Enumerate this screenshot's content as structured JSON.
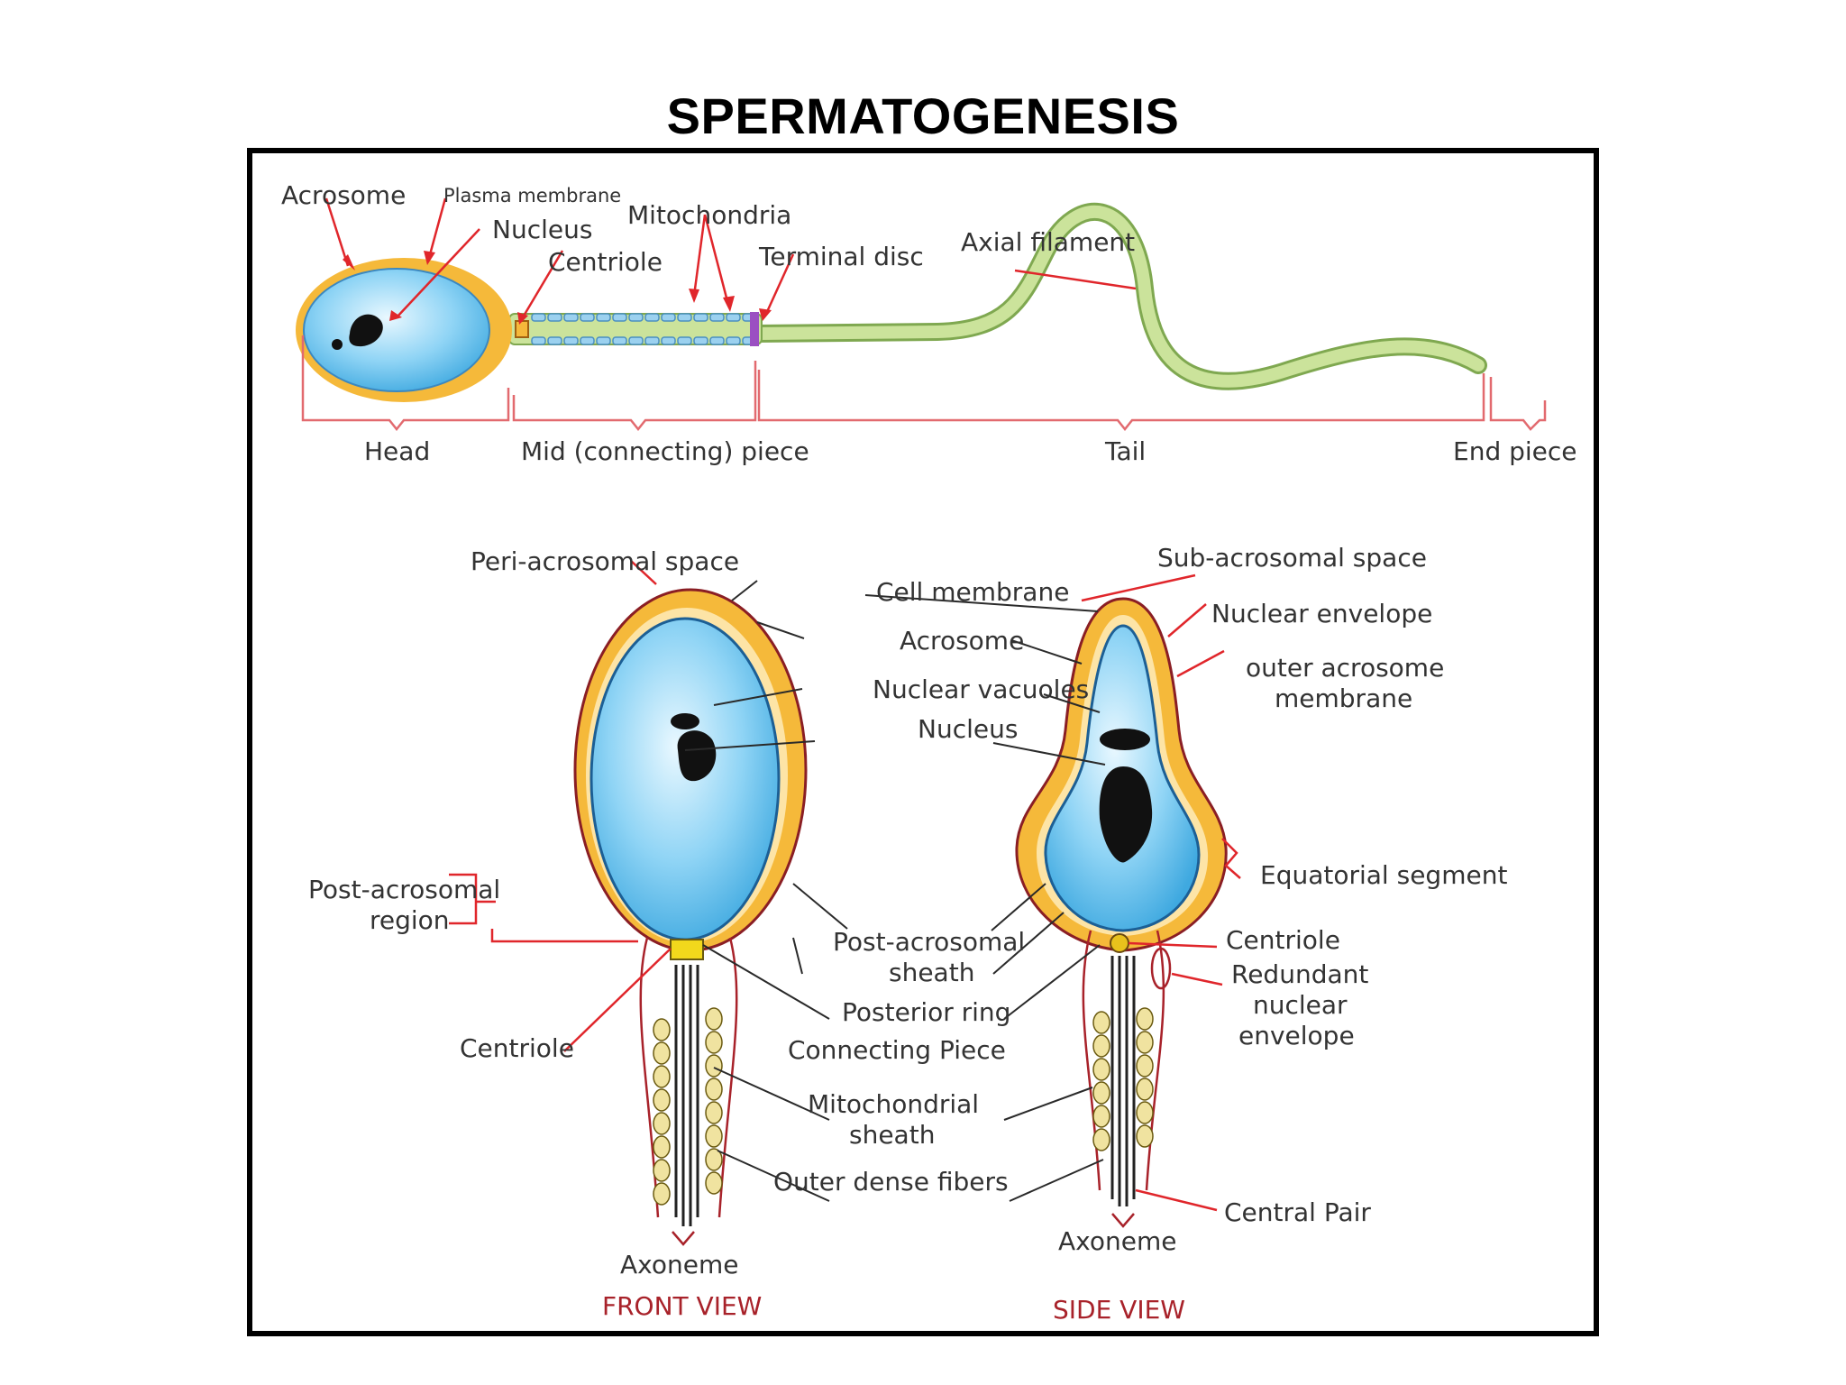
{
  "title": "SPERMATOGENESIS",
  "top_labels": {
    "acrosome": "Acrosome",
    "plasma_membrane": "Plasma membrane",
    "nucleus": "Nucleus",
    "centriole": "Centriole",
    "mitochondria": "Mitochondria",
    "terminal_disc": "Terminal disc",
    "axial_filament": "Axial filament",
    "head": "Head",
    "mid_piece": "Mid (connecting) piece",
    "tail": "Tail",
    "end_piece": "End piece"
  },
  "front_view": {
    "peri_acrosomal_space": "Peri-acrosomal space",
    "post_acrosomal_region_1": "Post-acrosomal",
    "post_acrosomal_region_2": "region",
    "centriole": "Centriole",
    "axoneme": "Axoneme",
    "caption": "FRONT VIEW"
  },
  "center_labels": {
    "cell_membrane": "Cell membrane",
    "acrosome": "Acrosome",
    "nuclear_vacuoles": "Nuclear vacuoles",
    "nucleus": "Nucleus",
    "post_acrosomal_sheath_1": "Post-acrosomal",
    "post_acrosomal_sheath_2": "sheath",
    "posterior_ring": "Posterior ring",
    "connecting_piece": "Connecting Piece",
    "mitochondrial_sheath_1": "Mitochondrial",
    "mitochondrial_sheath_2": "sheath",
    "outer_dense_fibers": "Outer dense fibers"
  },
  "side_view": {
    "sub_acrosomal_space": "Sub-acrosomal space",
    "nuclear_envelope": "Nuclear envelope",
    "outer_acrosome_membrane_1": "outer acrosome",
    "outer_acrosome_membrane_2": "membrane",
    "equatorial_segment": "Equatorial segment",
    "centriole": "Centriole",
    "redundant_nuclear_envelope_1": "Redundant",
    "redundant_nuclear_envelope_2": "nuclear",
    "redundant_nuclear_envelope_3": "envelope",
    "central_pair": "Central Pair",
    "axoneme": "Axoneme",
    "caption": "SIDE VIEW"
  },
  "colors": {
    "acrosome": "#f5b93a",
    "nucleus_fill": "#6fc6ee",
    "tail": "#b5d17f",
    "pointer_red": "#e0262b",
    "caption": "#a8222a"
  }
}
